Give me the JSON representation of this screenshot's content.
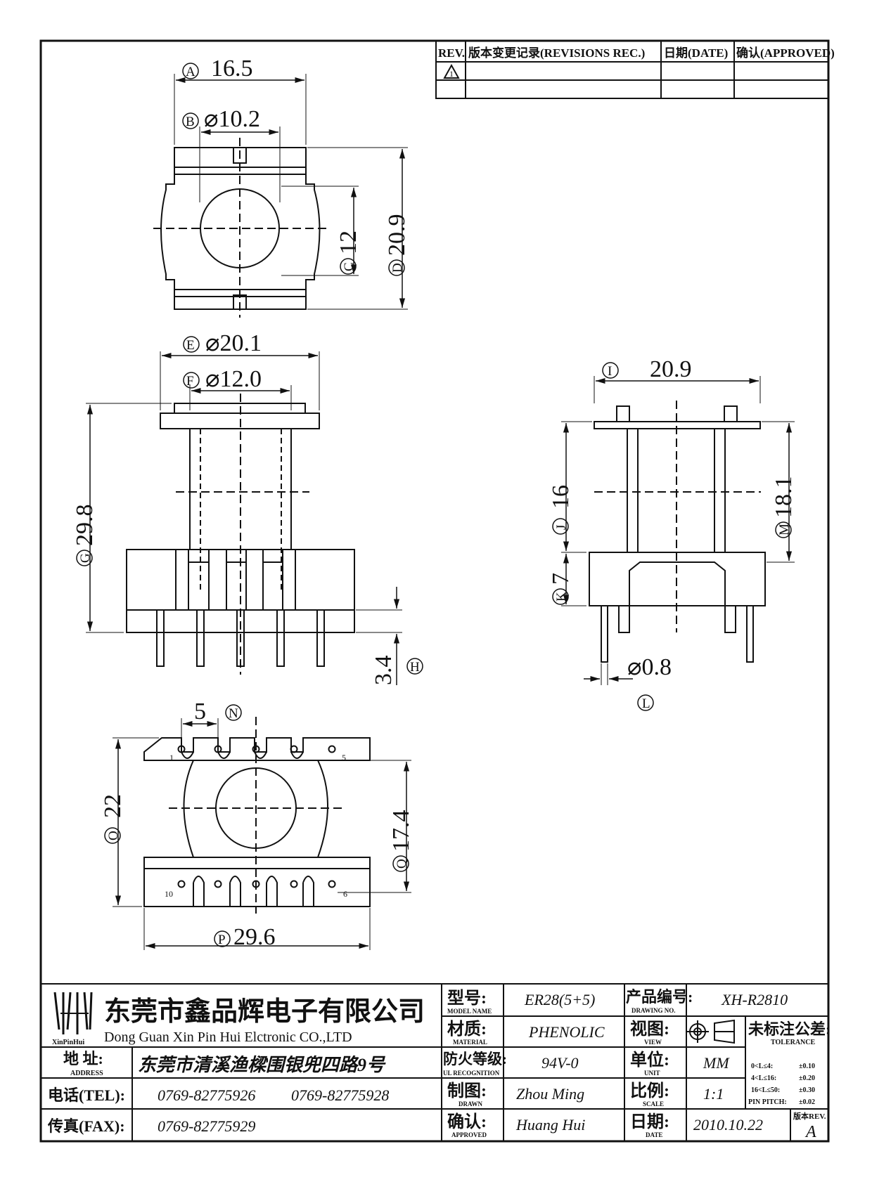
{
  "revision_table": {
    "headers": {
      "rev": "REV.",
      "record": "版本变更记录(REVISIONS REC.)",
      "date": "日期(DATE)",
      "approved": "确认(APPROVED)"
    },
    "rows": [
      {
        "rev": "1",
        "record": "",
        "date": "",
        "approved": ""
      },
      {
        "rev": "",
        "record": "",
        "date": "",
        "approved": ""
      }
    ]
  },
  "top_view": {
    "dim_a": {
      "tag": "A",
      "text": "16.5"
    },
    "dim_b": {
      "tag": "B",
      "text": "⌀10.2"
    },
    "dim_c": {
      "tag": "C",
      "text": "12"
    },
    "dim_d": {
      "tag": "D",
      "text": "20.9"
    }
  },
  "front_view": {
    "dim_e": {
      "tag": "E",
      "text": "⌀20.1"
    },
    "dim_f": {
      "tag": "F",
      "text": "⌀12.0"
    },
    "dim_g": {
      "tag": "G",
      "text": "29.8"
    },
    "dim_h": {
      "tag": "H",
      "text": "3.4"
    }
  },
  "side_view": {
    "dim_i": {
      "tag": "I",
      "text": "20.9"
    },
    "dim_j": {
      "tag": "J",
      "text": "16"
    },
    "dim_m": {
      "tag": "M",
      "text": "18.1"
    },
    "dim_k": {
      "tag": "K",
      "text": "7"
    },
    "dim_l": {
      "tag": "L",
      "text": "⌀0.8"
    }
  },
  "bottom_view": {
    "dim_n": {
      "tag": "N",
      "text": "5"
    },
    "dim_o": {
      "tag": "O",
      "text": "22"
    },
    "dim_q": {
      "tag": "Q",
      "text": "17.4"
    },
    "dim_p": {
      "tag": "P",
      "text": "29.6"
    },
    "pin_labels": [
      "1",
      "5",
      "10",
      "6"
    ]
  },
  "title_block": {
    "company_cn": "东莞市鑫品辉电子有限公司",
    "company_en": "Dong Guan Xin Pin Hui Elctronic CO.,LTD",
    "logo_text": "XinPinHui",
    "address_label": "地 址:",
    "address_label_en": "ADDRESS",
    "address_value": "东莞市清溪渔樑围银兜四路9号",
    "tel_label": "电话(TEL):",
    "tel_1": "0769-82775926",
    "tel_2": "0769-82775928",
    "fax_label": "传真(FAX):",
    "fax_value": "0769-82775929",
    "model_label": "型号:",
    "model_label_en": "MODEL NAME",
    "model_value": "ER28(5+5)",
    "material_label": "材质:",
    "material_label_en": "MATERIAL",
    "material_value": "PHENOLIC",
    "flame_label": "防火等级:",
    "flame_label_en": "UL RECOGNITION",
    "flame_value": "94V-0",
    "drawn_label": "制图:",
    "drawn_label_en": "DRAWN",
    "drawn_value": "Zhou Ming",
    "approved_label": "确认:",
    "approved_label_en": "APPROVED",
    "approved_value": "Huang Hui",
    "drawing_no_label": "产品编号:",
    "drawing_no_label_en": "DRAWING NO.",
    "drawing_no_value": "XH-R2810",
    "view_label": "视图:",
    "view_label_en": "VIEW",
    "unit_label": "单位:",
    "unit_label_en": "UNIT",
    "unit_value": "MM",
    "scale_label": "比例:",
    "scale_label_en": "SCALE",
    "scale_value": "1:1",
    "date_label": "日期:",
    "date_label_en": "DATE",
    "date_value": "2010.10.22",
    "tolerance_label": "未标注公差:",
    "tolerance_label_en": "TOLERANCE",
    "tolerances": [
      {
        "range": "0<L≤4:",
        "value": "±0.10"
      },
      {
        "range": "4<L≤16:",
        "value": "±0.20"
      },
      {
        "range": "16<L≤50:",
        "value": "±0.30"
      },
      {
        "range": "PIN PITCH:",
        "value": "±0.02"
      }
    ],
    "version_label": "版本REV.",
    "version_value": "A"
  }
}
